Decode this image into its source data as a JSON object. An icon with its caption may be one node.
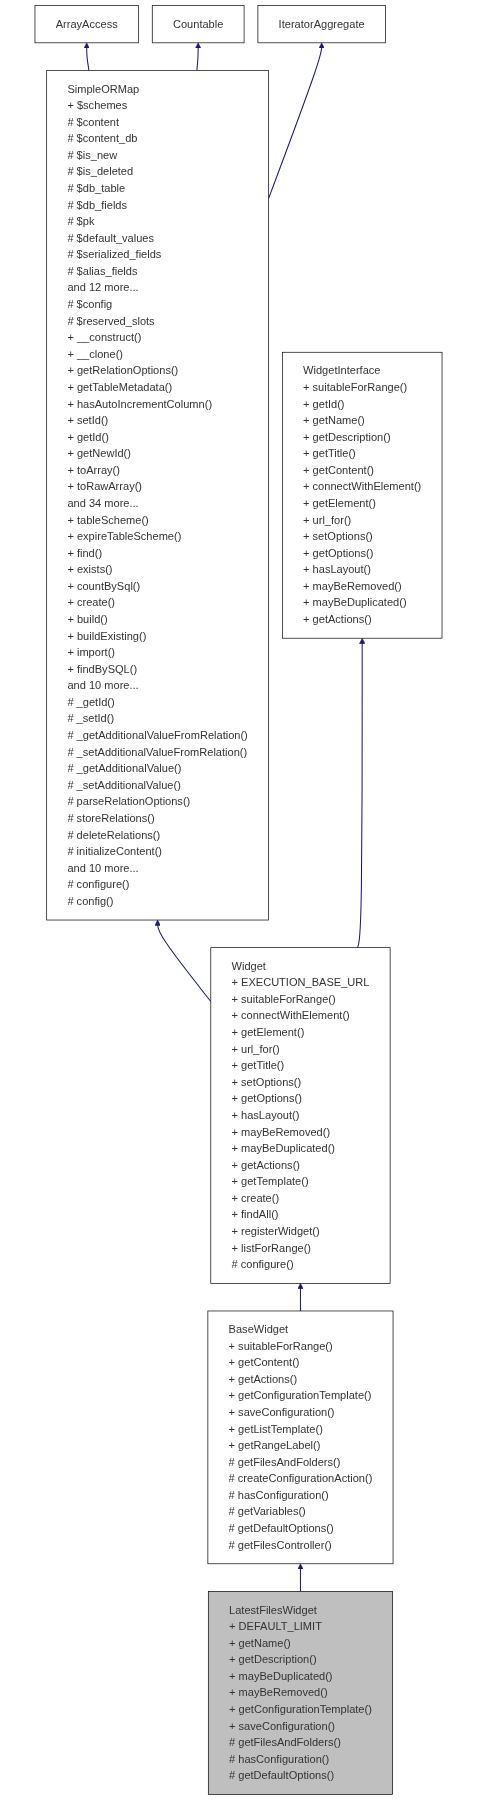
{
  "diagram": {
    "nodes": [
      {
        "text": [
          "ArrayAccess"
        ]
      },
      {
        "text": [
          "Countable"
        ]
      },
      {
        "text": [
          "IteratorAggregate"
        ]
      },
      {
        "text": [
          "SimpleORMap",
          "+ $schemes",
          "# $content",
          "# $content_db",
          "# $is_new",
          "# $is_deleted",
          "# $db_table",
          "# $db_fields",
          "# $pk",
          "# $default_values",
          "# $serialized_fields",
          "# $alias_fields",
          "and 12 more...",
          "# $config",
          "# $reserved_slots",
          "+ __construct()",
          "+ __clone()",
          "+ getRelationOptions()",
          "+ getTableMetadata()",
          "+ hasAutoIncrementColumn()",
          "+ setId()",
          "+ getId()",
          "+ getNewId()",
          "+ toArray()",
          "+ toRawArray()",
          "and 34 more...",
          "+ tableScheme()",
          "+ expireTableScheme()",
          "+ find()",
          "+ exists()",
          "+ countBySql()",
          "+ create()",
          "+ build()",
          "+ buildExisting()",
          "+ import()",
          "+ findBySQL()",
          "and 10 more...",
          "# _getId()",
          "# _setId()",
          "# _getAdditionalValueFromRelation()",
          "# _setAdditionalValueFromRelation()",
          "# _getAdditionalValue()",
          "# _setAdditionalValue()",
          "# parseRelationOptions()",
          "# storeRelations()",
          "# deleteRelations()",
          "# initializeContent()",
          "and 10 more...",
          "# configure()",
          "# config()"
        ]
      },
      {
        "text": [
          "WidgetInterface",
          "+ suitableForRange()",
          "+ getId()",
          "+ getName()",
          "+ getDescription()",
          "+ getTitle()",
          "+ getContent()",
          "+ connectWithElement()",
          "+ getElement()",
          "+ url_for()",
          "+ setOptions()",
          "+ getOptions()",
          "+ hasLayout()",
          "+ mayBeRemoved()",
          "+ mayBeDuplicated()",
          "+ getActions()"
        ]
      },
      {
        "text": [
          "Widget",
          "+ EXECUTION_BASE_URL",
          "+ suitableForRange()",
          "+ connectWithElement()",
          "+ getElement()",
          "+ url_for()",
          "+ getTitle()",
          "+ setOptions()",
          "+ getOptions()",
          "+ hasLayout()",
          "+ mayBeRemoved()",
          "+ mayBeDuplicated()",
          "+ getActions()",
          "+ getTemplate()",
          "+ create()",
          "+ findAll()",
          "+ registerWidget()",
          "+ listForRange()",
          "# configure()"
        ]
      },
      {
        "text": [
          "BaseWidget",
          "+ suitableForRange()",
          "+ getContent()",
          "+ getActions()",
          "+ getConfigurationTemplate()",
          "+ saveConfiguration()",
          "+ getListTemplate()",
          "+ getRangeLabel()",
          "# getFilesAndFolders()",
          "# createConfigurationAction()",
          "# hasConfiguration()",
          "# getVariables()",
          "# getDefaultOptions()",
          "# getFilesController()"
        ]
      },
      {
        "text": [
          "LatestFilesWidget",
          "+ DEFAULT_LIMIT",
          "+ getName()",
          "+ getDescription()",
          "+ mayBeDuplicated()",
          "+ mayBeRemoved()",
          "+ getConfigurationTemplate()",
          "+ saveConfiguration()",
          "# getFilesAndFolders()",
          "# hasConfiguration()",
          "# getDefaultOptions()"
        ]
      }
    ],
    "edges": [
      {
        "from": 3,
        "to": 0,
        "arrow": "to"
      },
      {
        "from": 3,
        "to": 1,
        "arrow": "to"
      },
      {
        "from": 3,
        "to": 2,
        "arrow": "to"
      },
      {
        "from": 5,
        "to": 3,
        "arrow": "to"
      },
      {
        "from": 5,
        "to": 4,
        "arrow": "to"
      },
      {
        "from": 6,
        "to": 5,
        "arrow": "to"
      },
      {
        "from": 7,
        "to": 6,
        "arrow": "to"
      }
    ]
  }
}
